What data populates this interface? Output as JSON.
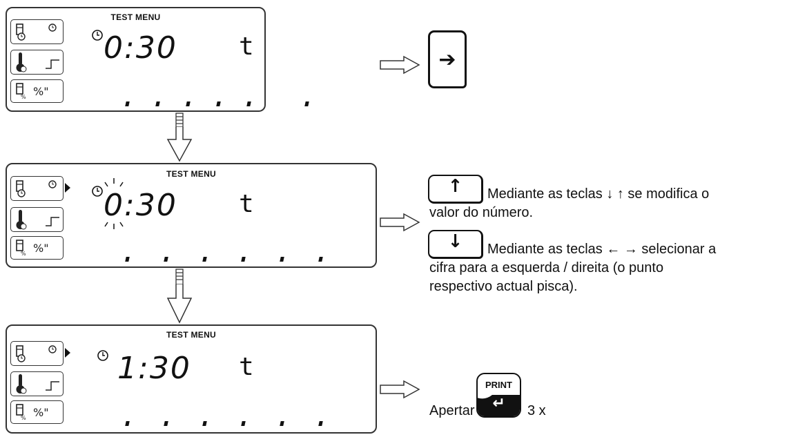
{
  "panels": [
    {
      "title": "TEST MENU",
      "time": "0:30",
      "t_symbol": "t"
    },
    {
      "title": "TEST MENU",
      "time": "0:30",
      "t_symbol": "t"
    },
    {
      "title": "TEST MENU",
      "time": "1:30",
      "t_symbol": "t"
    }
  ],
  "icons": {
    "row1_right": "clock-icon",
    "row2_right": "step-icon",
    "row3_label": "%\""
  },
  "keys": {
    "right": "➔",
    "up": "↑",
    "down": "↓",
    "print": "PRINT",
    "enter": "↵"
  },
  "instructions": {
    "up_line1": "Mediante as teclas ↓ ↑ se modifica o",
    "up_line2": "valor do número.",
    "down_line1": "Mediante as teclas ← → selecionar a",
    "down_line2": "cifra para a esquerda / direita (o punto",
    "down_line3": "respectivo actual pisca).",
    "print_prefix": "Apertar",
    "print_suffix": "3 x"
  }
}
